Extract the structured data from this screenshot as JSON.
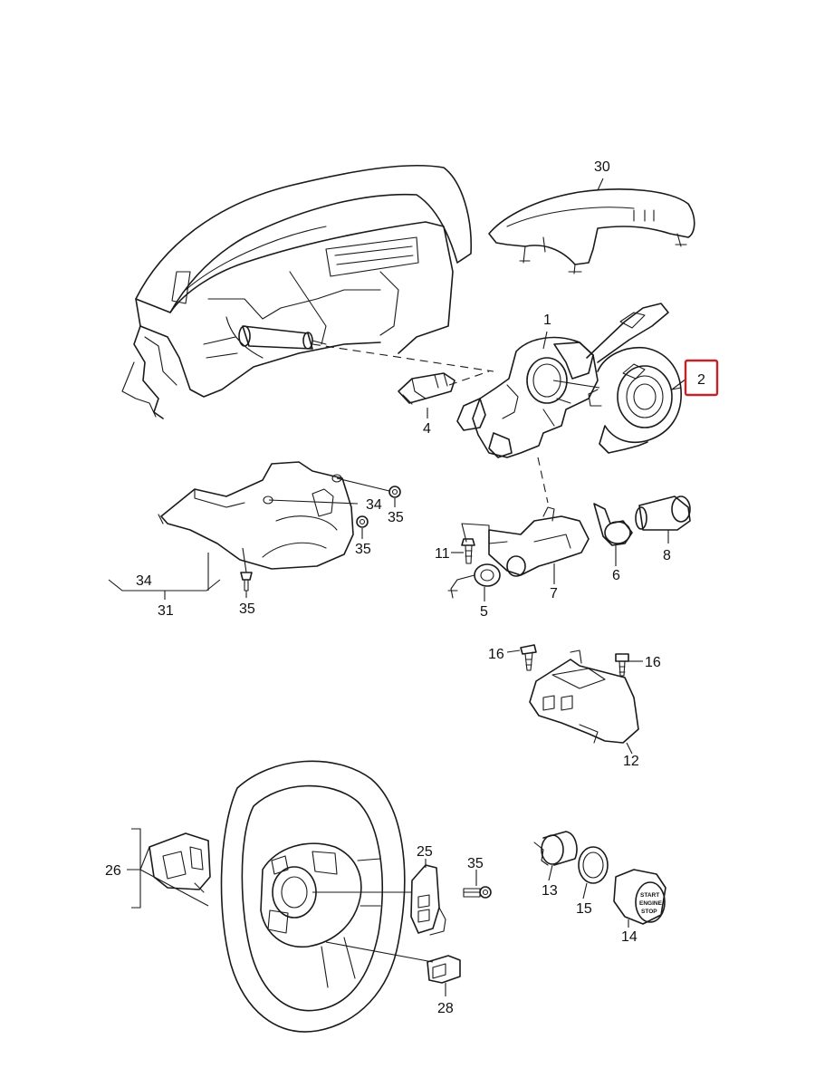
{
  "diagram": {
    "highlight_color": "#c0242b",
    "highlighted_label": "2",
    "labels": {
      "l1": "1",
      "l2": "2",
      "l4": "4",
      "l5": "5",
      "l6": "6",
      "l7": "7",
      "l8": "8",
      "l11": "11",
      "l12": "12",
      "l13": "13",
      "l14": "14",
      "l15": "15",
      "l16a": "16",
      "l16b": "16",
      "l25": "25",
      "l26": "26",
      "l28": "28",
      "l30": "30",
      "l31": "31",
      "l34a": "34",
      "l34b": "34",
      "l35a": "35",
      "l35b": "35",
      "l35c": "35",
      "l35d": "35"
    },
    "start_button_text": [
      "START",
      "ENGINE",
      "STOP"
    ]
  }
}
